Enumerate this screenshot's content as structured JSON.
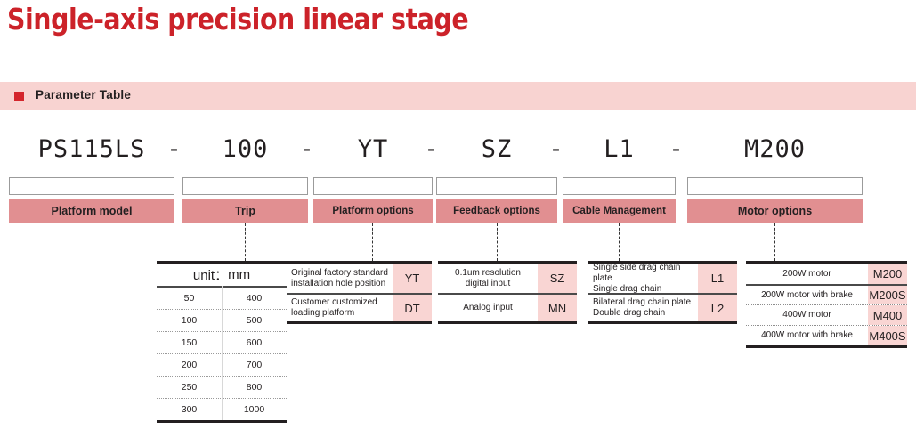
{
  "title": "Single-axis precision linear stage",
  "section": {
    "label": "Parameter Table",
    "bullet_icon": "square-bullet-icon"
  },
  "colors": {
    "title_red": "#cc2229",
    "band_pink": "#e18f91",
    "bar_pink": "#f8d3d1",
    "code_cell_pink": "#f9d5d3"
  },
  "model_code": {
    "segments": [
      "PS115LS",
      "100",
      "YT",
      "SZ",
      "L1",
      "M200"
    ],
    "separator": "-"
  },
  "bands": [
    {
      "label": "Platform model"
    },
    {
      "label": "Trip"
    },
    {
      "label": "Platform options"
    },
    {
      "label": "Feedback options"
    },
    {
      "label": "Cable Management"
    },
    {
      "label": "Motor options"
    }
  ],
  "trip_table": {
    "header_unit": "unit：",
    "header_value": "mm",
    "rows": [
      {
        "left": "50",
        "right": "400"
      },
      {
        "left": "100",
        "right": "500"
      },
      {
        "left": "150",
        "right": "600"
      },
      {
        "left": "200",
        "right": "700"
      },
      {
        "left": "250",
        "right": "800"
      },
      {
        "left": "300",
        "right": "1000"
      }
    ]
  },
  "platform_options": {
    "rows": [
      {
        "desc": "Original factory standard\ninstallation hole position",
        "code": "YT"
      },
      {
        "desc": "Customer customized\nloading platform",
        "code": "DT"
      }
    ]
  },
  "feedback_options": {
    "rows": [
      {
        "desc": "0.1um resolution\ndigital input",
        "code": "SZ"
      },
      {
        "desc": "Analog input",
        "code": "MN"
      }
    ]
  },
  "cable_management": {
    "rows": [
      {
        "desc": "Single side drag chain plate\nSingle drag chain",
        "code": "L1"
      },
      {
        "desc": "Bilateral drag chain plate\nDouble drag chain",
        "code": "L2"
      }
    ]
  },
  "motor_options": {
    "rows": [
      {
        "desc": "200W motor",
        "code": "M200"
      },
      {
        "desc": "200W motor with brake",
        "code": "M200S"
      },
      {
        "desc": "400W motor",
        "code": "M400"
      },
      {
        "desc": "400W motor with brake",
        "code": "M400S"
      }
    ]
  }
}
